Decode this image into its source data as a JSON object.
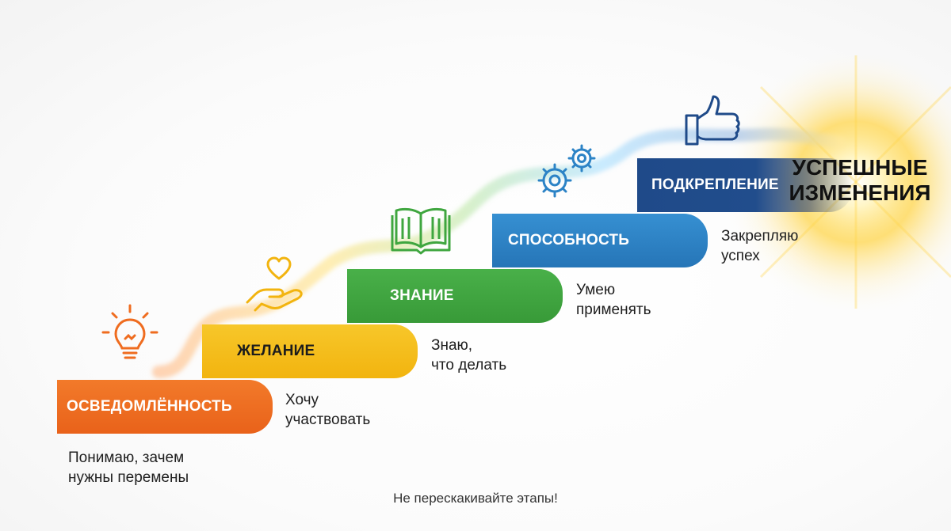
{
  "steps": [
    {
      "label": "Осведомлённость",
      "desc": [
        "Понимаю, зачем",
        "нужны перемены"
      ],
      "color": "#ef6c1f",
      "icon": "lightbulb-icon"
    },
    {
      "label": "Желание",
      "desc": [
        "Хочу",
        "участвовать"
      ],
      "color": "#f5be1b",
      "icon": "heart-in-hand-icon"
    },
    {
      "label": "Знание",
      "desc": [
        "Знаю,",
        "что делать"
      ],
      "color": "#3fa63f",
      "icon": "open-book-icon"
    },
    {
      "label": "Способность",
      "desc": [
        "Умею",
        "применять"
      ],
      "color": "#2c83c6",
      "icon": "gears-icon"
    },
    {
      "label": "Подкрепление",
      "desc": [
        "Закрепляю",
        "успех"
      ],
      "color": "#1f4a89",
      "icon": "thumbs-up-icon"
    }
  ],
  "goal": [
    "Успешные",
    "изменения"
  ],
  "footer": "Не перескакивайте этапы!",
  "colors": {
    "sunburst": "#ffd54a",
    "path_glow": "#9fd6ff"
  }
}
